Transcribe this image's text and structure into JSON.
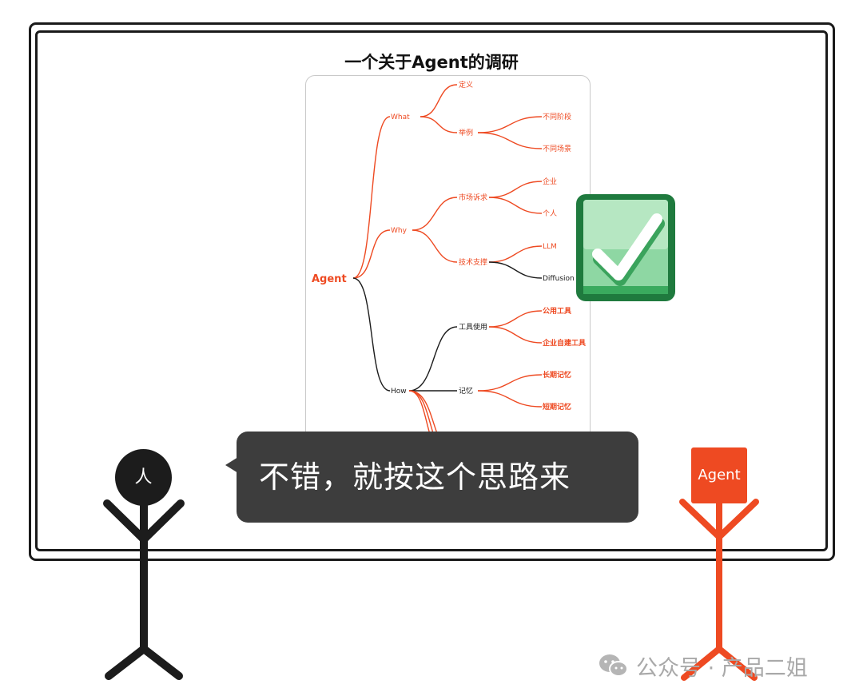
{
  "title": "一个关于Agent的调研",
  "mindmap": {
    "root": "Agent",
    "what": {
      "label": "What",
      "items": [
        "定义",
        "举例"
      ],
      "example_children": [
        "不同阶段",
        "不同场景"
      ]
    },
    "why": {
      "label": "Why",
      "items": [
        "市场诉求",
        "技术支撑"
      ],
      "market_children": [
        "企业",
        "个人"
      ],
      "tech_children": [
        "LLM",
        "Diffusion"
      ]
    },
    "how": {
      "label": "How",
      "items": [
        "工具使用",
        "记忆"
      ],
      "tool_children": [
        "公用工具",
        "企业自建工具"
      ],
      "memory_children": [
        "长期记忆",
        "短期记忆"
      ]
    }
  },
  "bubble_text": "不错，就按这个思路来",
  "human_label": "人",
  "agent_label": "Agent",
  "watermark": "公众号 · 产品二姐",
  "colors": {
    "accent": "#ee4a22",
    "dark": "#1c1c1c",
    "bubble": "#3d3d3d",
    "check_green": "#1f7a3e"
  }
}
